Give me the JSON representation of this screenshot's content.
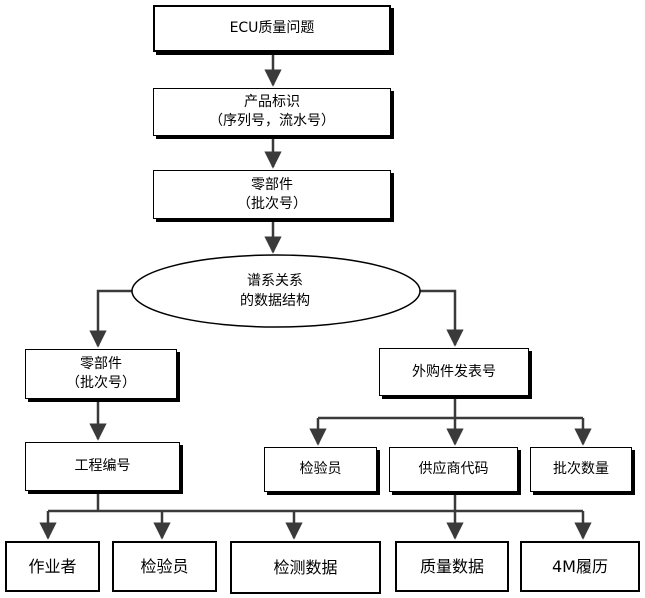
{
  "diagram": {
    "root": "ECU质量问题",
    "product_id": {
      "line1": "产品标识",
      "line2": "（序列号，流水号）"
    },
    "part_top": {
      "line1": "零部件",
      "line2": "（批次号）"
    },
    "genealogy": {
      "line1": "谱系关系",
      "line2": "的数据结构"
    },
    "part_left": {
      "line1": "零部件",
      "line2": "（批次号）"
    },
    "purchase": "外购件发表号",
    "engineering": "工程编号",
    "inspector_right": "检验员",
    "supplier_code": "供应商代码",
    "batch_qty": "批次数量",
    "operator": "作业者",
    "inspector_bottom": "检验员",
    "test_data": "检测数据",
    "quality_data": "质量数据",
    "history_4m": "4M履历"
  }
}
